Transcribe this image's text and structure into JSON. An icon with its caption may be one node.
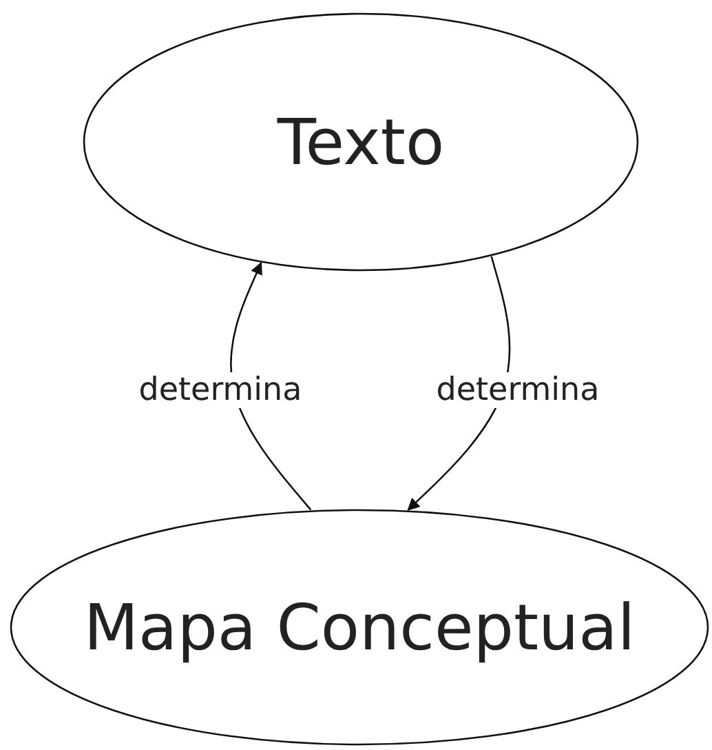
{
  "diagram": {
    "nodes": [
      {
        "text": [
          "Texto"
        ]
      },
      {
        "text": [
          "Mapa Conceptual"
        ]
      }
    ],
    "edges": [
      {
        "from": 1,
        "to": 0,
        "arrow": "to",
        "label": "determina"
      },
      {
        "from": 0,
        "to": 1,
        "arrow": "to",
        "label": "determina"
      }
    ]
  }
}
